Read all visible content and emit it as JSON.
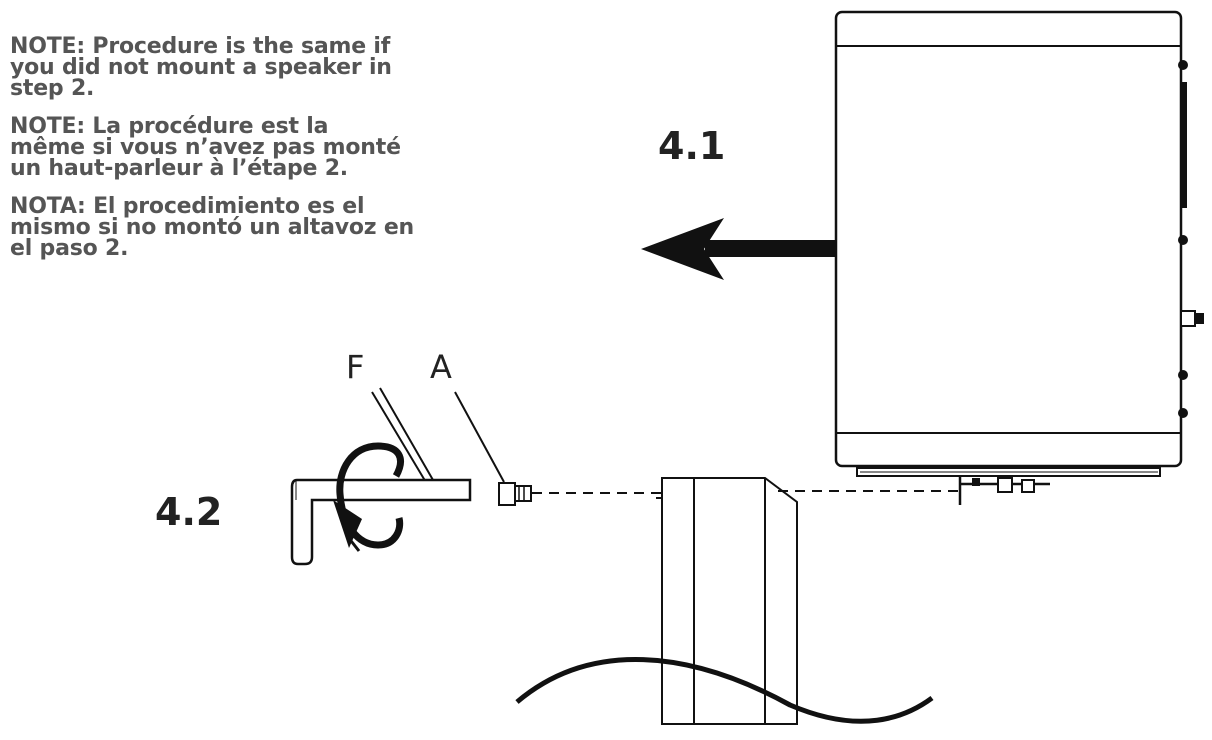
{
  "notes": [
    "NOTE: Procedure is the same if\nyou did not mount a speaker in\nstep 2.",
    "NOTE: La procédure est la\nmême si vous n’avez pas monté\nun haut-parleur à l’étape 2.",
    "NOTA: El procedimiento es el\nmismo si no montó un altavoz en\nel paso 2."
  ],
  "steps": {
    "step_1": "4.1",
    "step_2": "4.2"
  },
  "parts": {
    "f": "F",
    "a": "A"
  },
  "icons": {
    "arrow": "left-arrow-icon",
    "rotation": "rotation-arrow-icon",
    "tool": "hex-key-icon",
    "screw": "screw-icon"
  }
}
